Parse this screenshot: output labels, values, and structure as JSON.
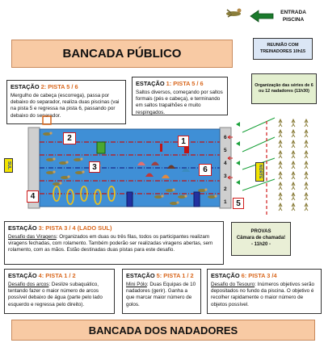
{
  "header": {
    "entrada": "ENTRADA PISCINA",
    "bancada_publico": "BANCADA PÚBLICO",
    "reuniao": "REUNIÃO COM TREINADORES 10h15",
    "organizacao": "Organização das séries de 6 ou 12 nadadores (11h30)"
  },
  "stations": {
    "e2": {
      "label": "ESTAÇÃO ",
      "num": "2",
      "pista": ": PISTA 5 / 6",
      "text": "Mergulho de cabeça (escorrega), passa por debaixo do separador, realiza duas piscinas (vai na pista 5 e regressa na pista 6, passando por debaixo do separador."
    },
    "e1": {
      "label": "ESTAÇÃO ",
      "num": "1",
      "pista": ": PISTA 5 / 6",
      "text": "Saltos diversos, começando por saltos formais (pés e cabeça), e terminando em saltos trapalhões e muito respingados."
    },
    "e3": {
      "label": "ESTAÇÃO ",
      "num": "3",
      "pista": ": PISTA 3 / 4 (LADO SUL)",
      "subtitle": "Desafio das Viragens",
      "text": ": Organizados em duas ou três filas, todos os participantes realizam viragens fechadas, com rolamento. Também poderão ser realizadas viragens abertas, sem rolamento, com as mãos. Estão destinadas duas pistas para este desafio."
    },
    "e4": {
      "label": "ESTAÇÃO ",
      "num": "4",
      "pista": ": PISTA 1 / 2",
      "subtitle": "Desafio dos arcos",
      "text": ": Deslize subaquático, tentando fazer o maior número de arcos possível debaixo de água (parte pelo lado esquerdo e regressa pelo direito)."
    },
    "e5": {
      "label": "ESTAÇÃO ",
      "num": "5",
      "pista": ": PISTA 1 / 2",
      "subtitle": "Mini Pólo",
      "text": ": Duas Equipas de 10 nadadores (gerir). Ganha a que marcar maior número de golos."
    },
    "e6": {
      "label": "ESTAÇÃO ",
      "num": "6",
      "pista": ": PISTA 3 /4",
      "subtitle": "Desafio do Tesouro",
      "text": ": Inúmeros objetivos serão depositados no fundo da piscina. O objetivo é recolher rapidamente o maior número de objetos possível."
    }
  },
  "pool": {
    "sul": "SUL",
    "norte": "NORTE",
    "lanes": [
      "6",
      "5",
      "4",
      "3",
      "2",
      "1"
    ],
    "zones": [
      "2",
      "1",
      "3",
      "6",
      "4",
      "5"
    ]
  },
  "provas": {
    "title": "PROVAS",
    "sub": "Câmara de chamada!",
    "time": "- 11h20 -"
  },
  "footer": {
    "bancada_nadadores": "BANCADA DOS NADADORES"
  },
  "colors": {
    "banner": "#f8caa4",
    "pool": "#3f8fd6",
    "accent": "#d9681e",
    "lane_rope": "#c21414"
  }
}
